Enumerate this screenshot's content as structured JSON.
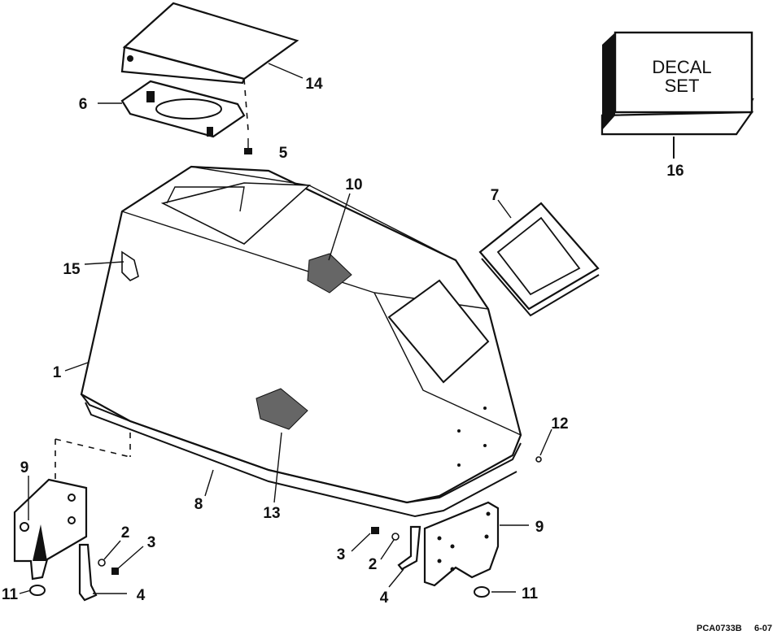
{
  "callouts": {
    "c1": "1",
    "c2a": "2",
    "c2b": "2",
    "c3a": "3",
    "c3b": "3",
    "c4a": "4",
    "c4b": "4",
    "c5": "5",
    "c6": "6",
    "c7": "7",
    "c8": "8",
    "c9a": "9",
    "c9b": "9",
    "c10": "10",
    "c11a": "11",
    "c11b": "11",
    "c12": "12",
    "c13": "13",
    "c14": "14",
    "c15": "15",
    "c16": "16"
  },
  "decal_box": {
    "line1": "DECAL",
    "line2": "SET"
  },
  "footer": {
    "ref": "PCA0733B",
    "date": "6-07"
  }
}
